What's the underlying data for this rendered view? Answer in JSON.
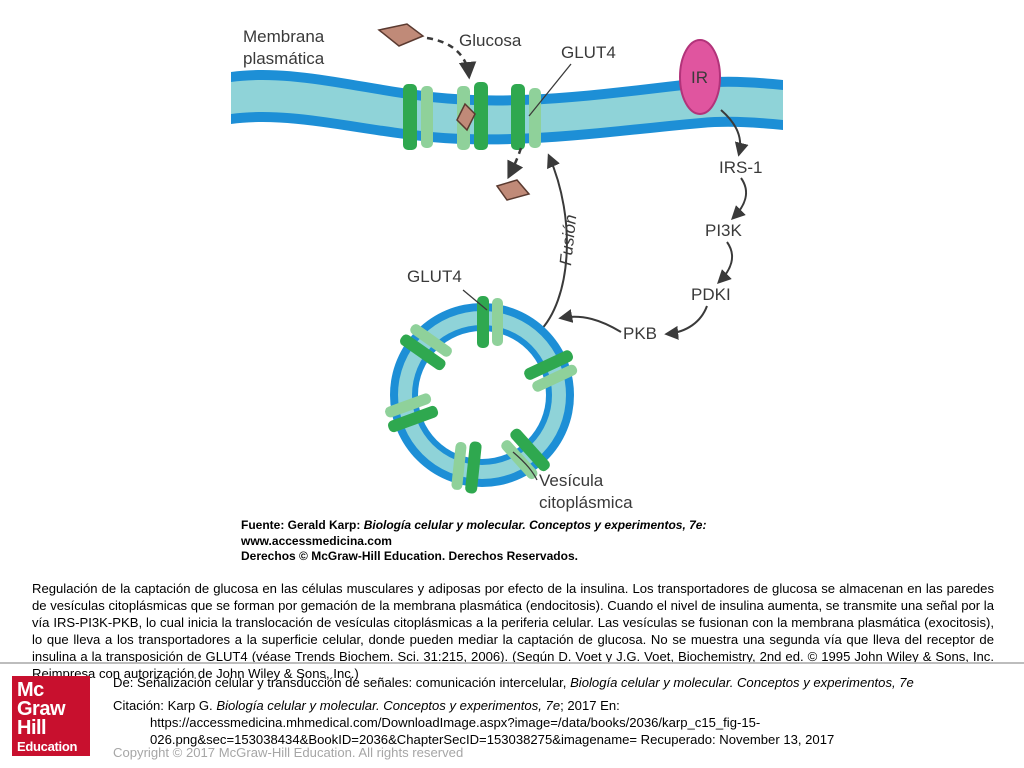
{
  "diagram": {
    "labels": {
      "membrane": [
        "Membrana",
        "plasmática"
      ],
      "glucose": "Glucosa",
      "glut4_top": "GLUT4",
      "ir": "IR",
      "irs1": "IRS-1",
      "pi3k": "PI3K",
      "pdki": "PDKI",
      "pkb": "PKB",
      "fusion": "Fusión",
      "glut4_vesicle": "GLUT4",
      "vesicle": [
        "Vesícula",
        "citoplásmica"
      ]
    },
    "source": {
      "line1_prefix": "Fuente: Gerald Karp: ",
      "line1_italic": "Biología celular y molecular. Conceptos y experimentos, 7e:",
      "line2": "www.accessmedicina.com",
      "line3": "Derechos © McGraw-Hill Education. Derechos Reservados."
    },
    "colors": {
      "membrane_dark": "#1d8fd6",
      "membrane_light": "#8fd3d8",
      "transporter_green": "#2fa84f",
      "receptor_pink": "#e0559f",
      "glucose": "#c08a78",
      "arrow": "#3a3a3a"
    }
  },
  "caption": "Regulación de la captación de glucosa en las células musculares y adiposas por efecto de la insulina. Los transportadores de glucosa se almacenan en las paredes de vesículas citoplásmicas que se forman por gemación de la membrana plasmática (endocitosis). Cuando el nivel de insulina aumenta, se transmite una señal por la vía IRS-PI3K-PKB, lo cual inicia la translocación de vesículas citoplásmicas a la periferia celular. Las vesículas se fusionan con la membrana plasmática (exocitosis), lo que lleva a los transportadores a la superficie celular, donde pueden mediar la captación de glucosa. No se muestra una segunda vía que lleva del receptor de insulina a la transposición de GLUT4 (véase Trends Biochem. Sci. 31:215, 2006). (Según D. Voet y J.G. Voet, Biochemistry, 2nd ed. © 1995 John Wiley & Sons, Inc. Reimpresa con autorización de John Wiley & Sons, Inc.)",
  "logo": {
    "line1": "Mc",
    "line2": "Graw",
    "line3": "Hill",
    "line4": "Education"
  },
  "reference": {
    "from_prefix": "De: Señalización celular y transducción de señales: comunicación intercelular, ",
    "from_italic": "Biología celular y molecular. Conceptos y experimentos, 7e",
    "citation_prefix": "Citación: Karp G. ",
    "citation_italic": "Biología celular y molecular. Conceptos y experimentos, 7e",
    "citation_suffix": "; 2017 En:",
    "url_line1": "https://accessmedicina.mhmedical.com/DownloadImage.aspx?image=/data/books/2036/karp_c15_fig-15-",
    "url_line2": "026.png&sec=153038434&BookID=2036&ChapterSecID=153038275&imagename= Recuperado: November 13, 2017"
  },
  "copyright": "Copyright © 2017 McGraw-Hill Education. All rights reserved"
}
